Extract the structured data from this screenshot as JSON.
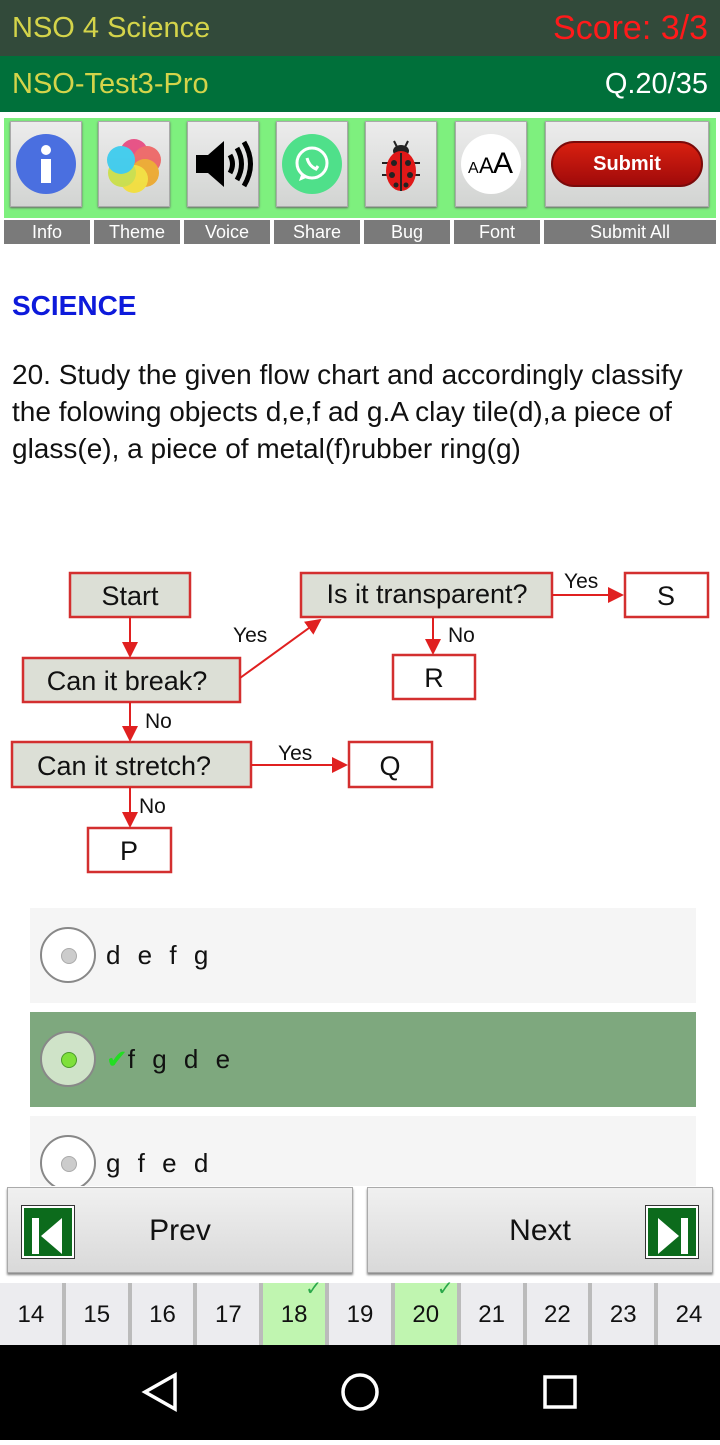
{
  "header": {
    "app_title": "NSO 4 Science",
    "score": "Score: 3/3",
    "test_name": "NSO-Test3-Pro",
    "question_counter": "Q.20/35"
  },
  "toolbar": [
    {
      "label": "Info",
      "icon": "info-icon"
    },
    {
      "label": "Theme",
      "icon": "theme-icon"
    },
    {
      "label": "Voice",
      "icon": "speaker-icon"
    },
    {
      "label": "Share",
      "icon": "whatsapp-icon"
    },
    {
      "label": "Bug",
      "icon": "ladybug-icon"
    },
    {
      "label": "Font",
      "icon": "font-size-icon"
    },
    {
      "label": "Submit All",
      "icon": "submit-icon",
      "button_text": "Submit"
    }
  ],
  "section": "SCIENCE",
  "question": "20. Study the given flow chart and accordingly classify the folowing objects d,e,f ad g.A clay tile(d),a piece of glass(e), a piece of metal(f)rubber ring(g)",
  "flowchart": {
    "start": "Start",
    "break": "Can it break?",
    "transparent": "Is it transparent?",
    "stretch": "Can it stretch?",
    "S": "S",
    "R": "R",
    "Q": "Q",
    "P": "P",
    "yes": "Yes",
    "no": "No"
  },
  "options": [
    {
      "text": "d e f g",
      "selected": false
    },
    {
      "text": "f g d e",
      "selected": true,
      "mark": "✔"
    },
    {
      "text": "g f e d",
      "selected": false
    }
  ],
  "nav": {
    "prev": "Prev",
    "next": "Next"
  },
  "pages": [
    {
      "n": "14"
    },
    {
      "n": "15"
    },
    {
      "n": "16"
    },
    {
      "n": "17"
    },
    {
      "n": "18",
      "answered": true
    },
    {
      "n": "19"
    },
    {
      "n": "20",
      "answered": true
    },
    {
      "n": "21"
    },
    {
      "n": "22"
    },
    {
      "n": "23"
    },
    {
      "n": "24"
    }
  ],
  "colors": {
    "score": "#ff1a1a",
    "title": "#d4d44a",
    "section": "#0d1adb",
    "selected_option": "#7ea87e",
    "answered_page": "#c0f5b0"
  }
}
